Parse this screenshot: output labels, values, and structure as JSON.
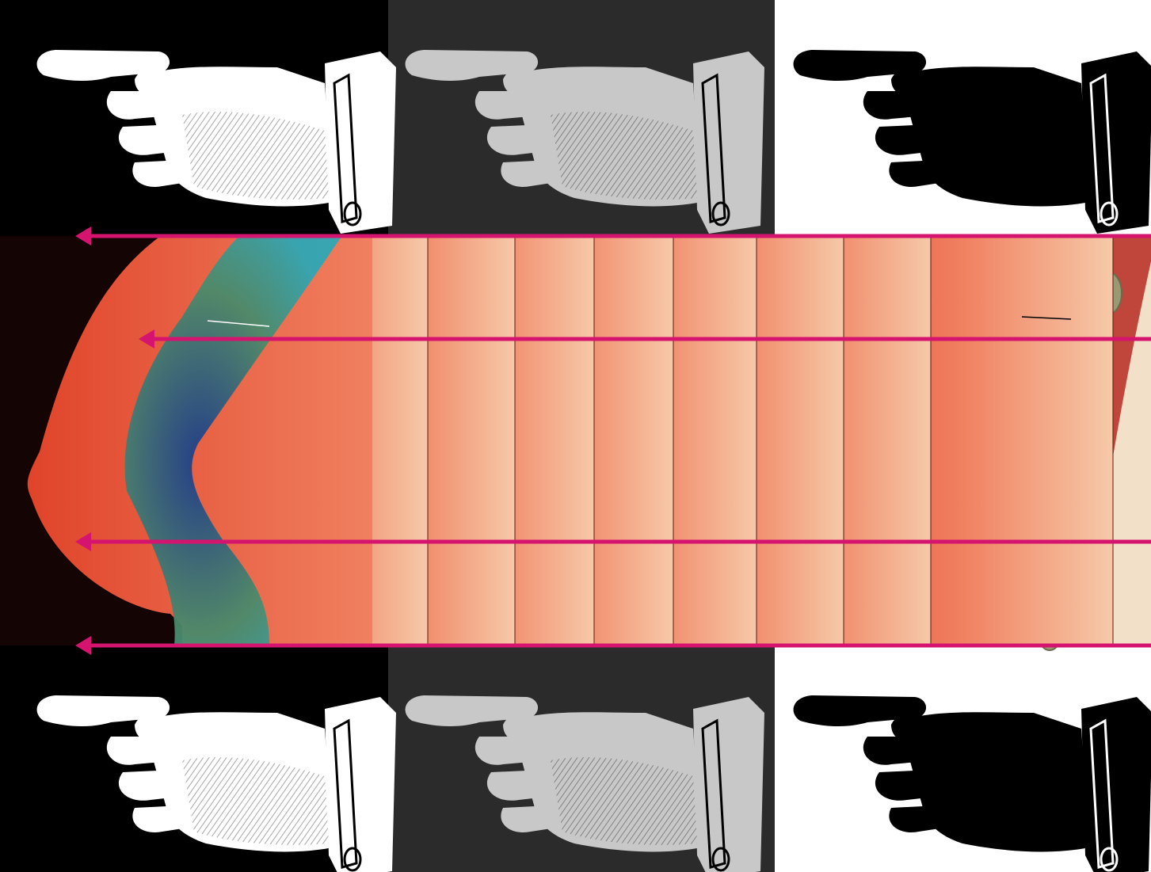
{
  "panel_backgrounds": {
    "left": "#000000",
    "middle": "#2b2b2b",
    "right": "#ffffff"
  },
  "hand_colors": {
    "left": "#ffffff",
    "middle": "#c8c8c8",
    "right": "#000000"
  },
  "hand_rows": [
    "top",
    "bottom"
  ],
  "hand_panels": [
    "left",
    "middle",
    "right"
  ],
  "arrow_color": "#d4146e",
  "arrow_count": 4,
  "silhouette_count": 9,
  "skin_colors": {
    "light": "#f6c9a8",
    "mid": "#f08060",
    "dark": "#e0442a",
    "outline": "#5a1a10"
  },
  "tissue_colors": {
    "teal": "#2fa7b5",
    "deep_blue": "#1a3c8c",
    "green": "#4a8a6a",
    "muscle": "#c0453a",
    "fat": "#f1c043",
    "rib": "#9a9a72",
    "back": "#f3e0c8"
  },
  "icons": {
    "pointing_hand": "pointing-hand-left-icon",
    "arrow": "arrow-left-icon"
  }
}
